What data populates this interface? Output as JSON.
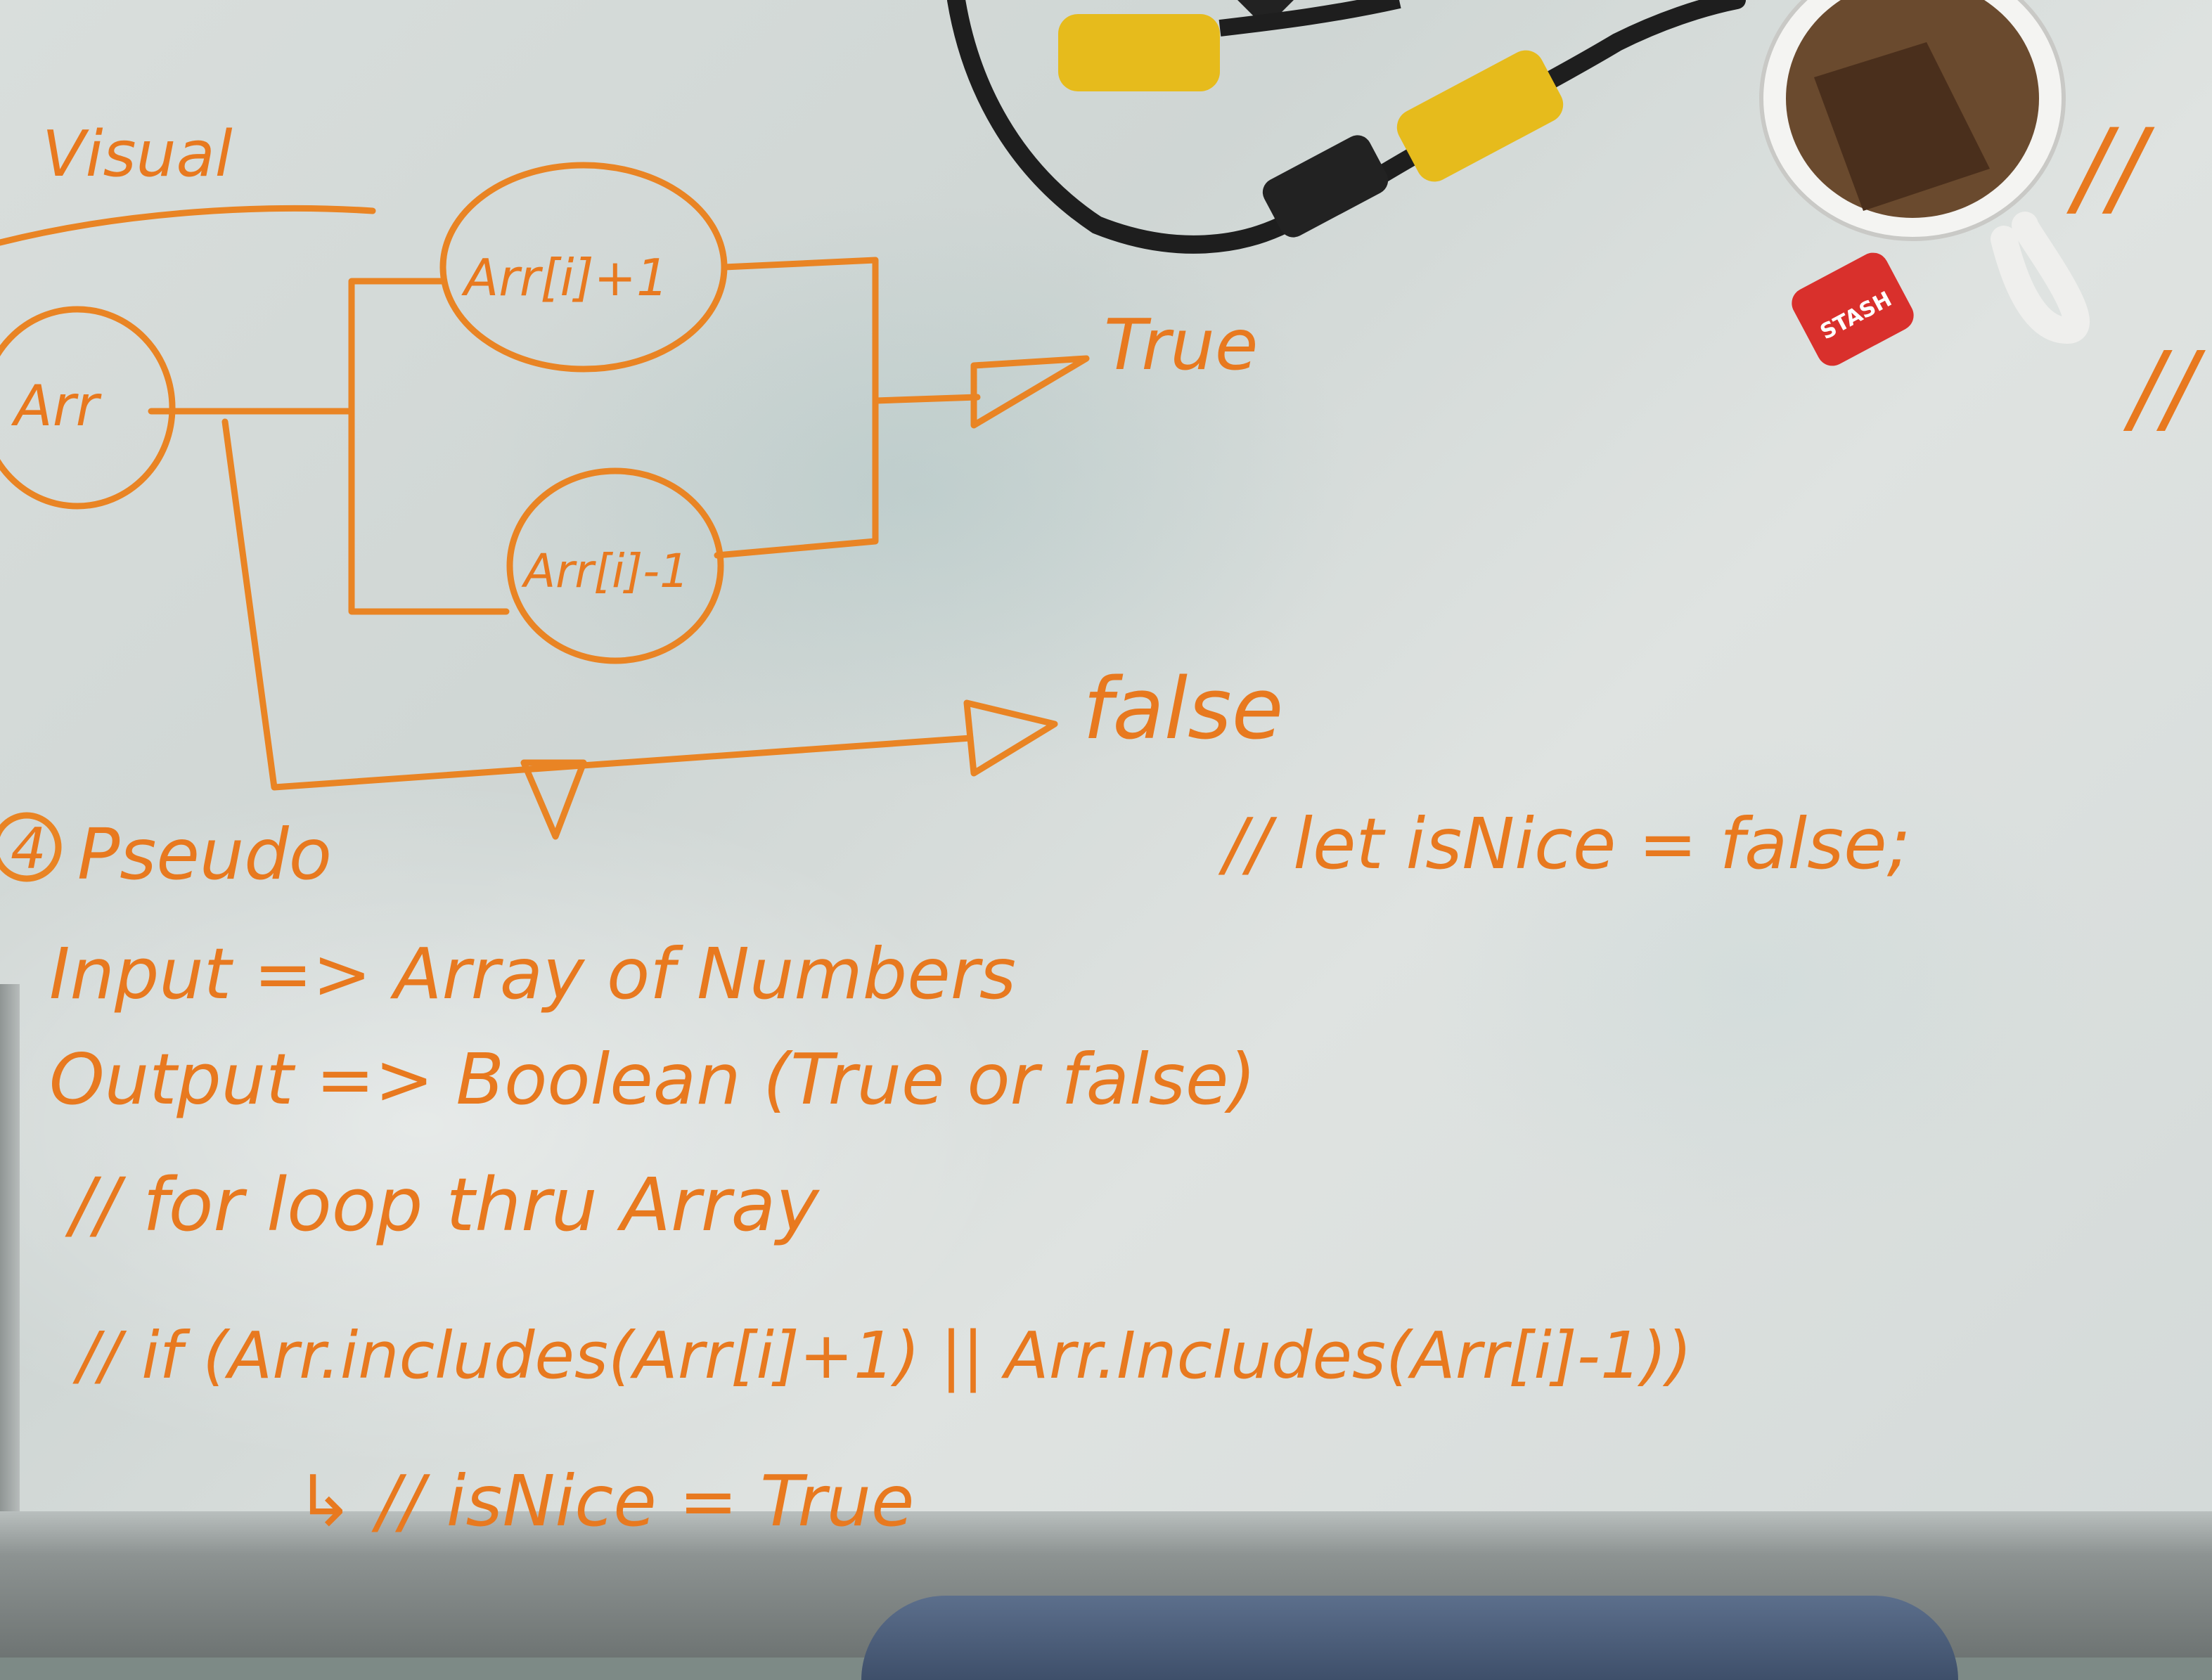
{
  "photo": {
    "ink_color": "#e8791f",
    "board_color": "#d7dcda"
  },
  "diagram": {
    "header": "Visual",
    "arr": "Arr",
    "arr_plus": "Arr[i]+1",
    "arr_minus": "Arr[i]-1",
    "true_label": "True",
    "false_label": "false"
  },
  "pseudo": {
    "heading_number": "4",
    "heading": "Pseudo",
    "let_line": "// let isNice = false;",
    "input_line": "Input => Array of Numbers",
    "output_line": "Output => Boolean (True or false)",
    "for_line": "// for loop thru Array",
    "if_line": "// if (Arr.includes(Arr[i]+1) || Arr.Includes(Arr[i]-1))",
    "then_line": "↳ // isNice = True"
  },
  "right_edge": {
    "mark1": "//",
    "mark2": "//"
  },
  "tea_tag": {
    "brand": "STASH"
  }
}
